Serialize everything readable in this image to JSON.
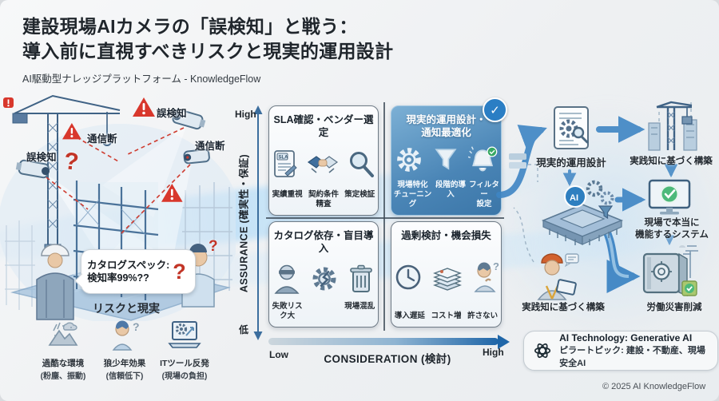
{
  "header": {
    "title": "建設現場AIカメラの「誤検知」と戦う：\n導入前に直視すべきリスクと現実的運用設計",
    "subtitle": "AI駆動型ナレッジプラットフォーム - KnowledgeFlow"
  },
  "scene": {
    "warning_false_detect_top": "誤検知",
    "warning_comm_loss_left": "通信断",
    "warning_false_detect_left": "誤検知",
    "warning_comm_loss_right": "通信断",
    "big_question": "?",
    "small_question": "?",
    "bubble_text": "カタログスペック:\n検知率99%??",
    "bubble_question": "?",
    "caption": "リスクと現実",
    "risk_items": [
      {
        "label": "過酷な環境",
        "sub": "(粉塵、振動)"
      },
      {
        "label": "狼少年効果",
        "sub": "(信頼低下)"
      },
      {
        "label": "ITツール反発",
        "sub": "(現場の負担)"
      }
    ]
  },
  "matrix": {
    "y_axis_label": "ASSURANCE (確実性・保証)",
    "y_high": "High",
    "y_low": "低",
    "x_axis_label": "CONSIDERATION (検討)",
    "x_low": "Low",
    "x_high": "High",
    "quadrants": {
      "top_left": {
        "title": "SLA確認・ベンダー選定",
        "items": [
          {
            "label": "実績重視"
          },
          {
            "label": "契約条件\n精査"
          },
          {
            "label": "策定検証"
          }
        ]
      },
      "top_right": {
        "title": "現実的運用設計・\n通知最適化",
        "check": "✓",
        "items": [
          {
            "label": "現場特化\nチューニング"
          },
          {
            "label": "段階的導入"
          },
          {
            "label": "フィルター\n設定"
          }
        ]
      },
      "bottom_left": {
        "title": "カタログ依存・盲目導入",
        "items": [
          {
            "label": "失敗リスク大"
          },
          {
            "label": ""
          },
          {
            "label": "現場混乱"
          }
        ]
      },
      "bottom_right": {
        "title": "過剰検討・機会損失",
        "items": [
          {
            "label": "導入遅延"
          },
          {
            "label": "コスト増"
          },
          {
            "label": "許さない"
          }
        ]
      }
    }
  },
  "flow": {
    "step_design": "現実的運用設計",
    "step_build_top": "実践知に基づく構築",
    "step_system": "現場で本当に\n機能するシステム",
    "step_build_bottom": "実践知に基づく構築",
    "step_outcome": "労働災害削減",
    "chip_label": "AI"
  },
  "footer": {
    "badge_title": "AI Technology: Generative AI",
    "badge_subtitle": "ピラートピック: 建設・不動産、現場安全AI",
    "copyright": "© 2025 AI KnowledgeFlow"
  },
  "colors": {
    "accent_blue": "#2e7fc0",
    "highlight_card": "#4a85b6",
    "warning_red": "#d8372c",
    "success_green": "#38a864"
  }
}
